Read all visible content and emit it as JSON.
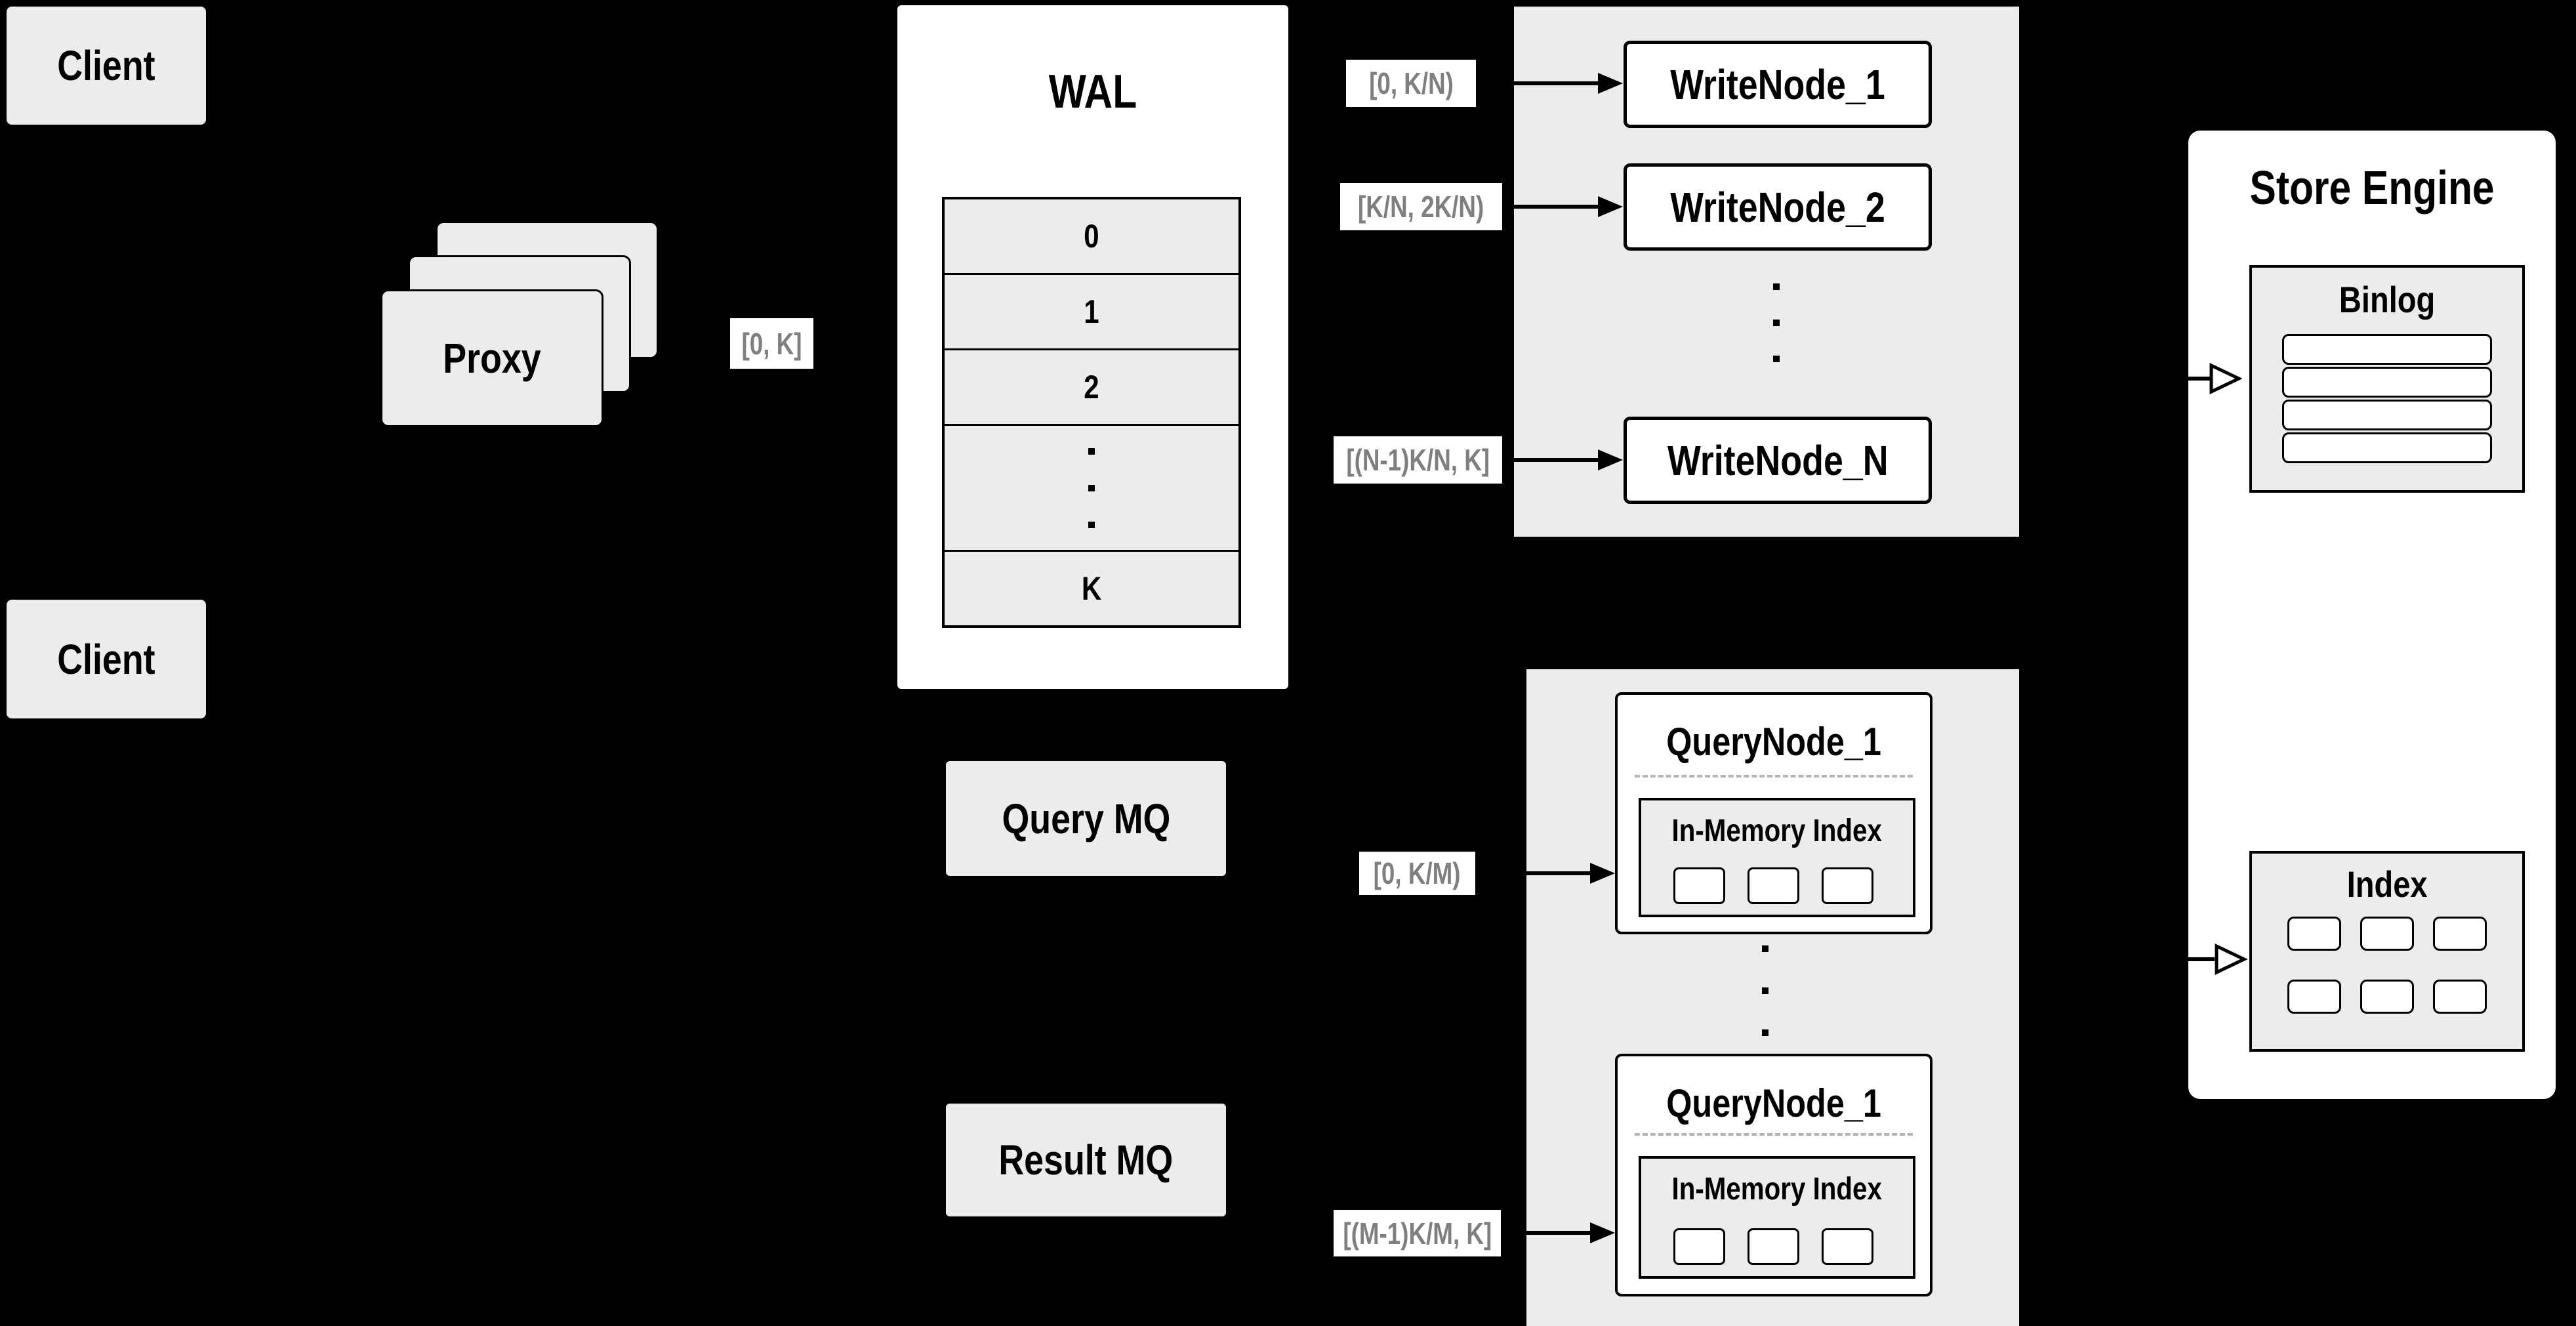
{
  "colors": {
    "background": "#000000",
    "surface_gray": "#ececec",
    "surface_white": "#ffffff",
    "border_black": "#000000",
    "range_label_text": "#7f7f7f",
    "dashed_separator": "#b3b3b3"
  },
  "clients": {
    "top": "Client",
    "bottom": "Client"
  },
  "proxy": {
    "label": "Proxy"
  },
  "proxy_to_wal_label": "[0, K]",
  "wal": {
    "title": "WAL",
    "rows": [
      "0",
      "1",
      "2",
      "K"
    ]
  },
  "write_section": {
    "labels": [
      "[0, K/N)",
      "[K/N, 2K/N)",
      "[(N-1)K/N, K]"
    ],
    "nodes": [
      "WriteNode_1",
      "WriteNode_2",
      "WriteNode_N"
    ]
  },
  "store_engine": {
    "title": "Store Engine",
    "binlog_title": "Binlog",
    "index_title": "Index"
  },
  "query_section": {
    "labels": [
      "[0, K/M)",
      "[(M-1)K/M, K]"
    ],
    "node_top": {
      "title": "QueryNode_1",
      "inner_title": "In-Memory Index"
    },
    "node_bottom": {
      "title": "QueryNode_1",
      "inner_title": "In-Memory Index"
    }
  },
  "mq": {
    "query": "Query MQ",
    "result": "Result MQ"
  }
}
